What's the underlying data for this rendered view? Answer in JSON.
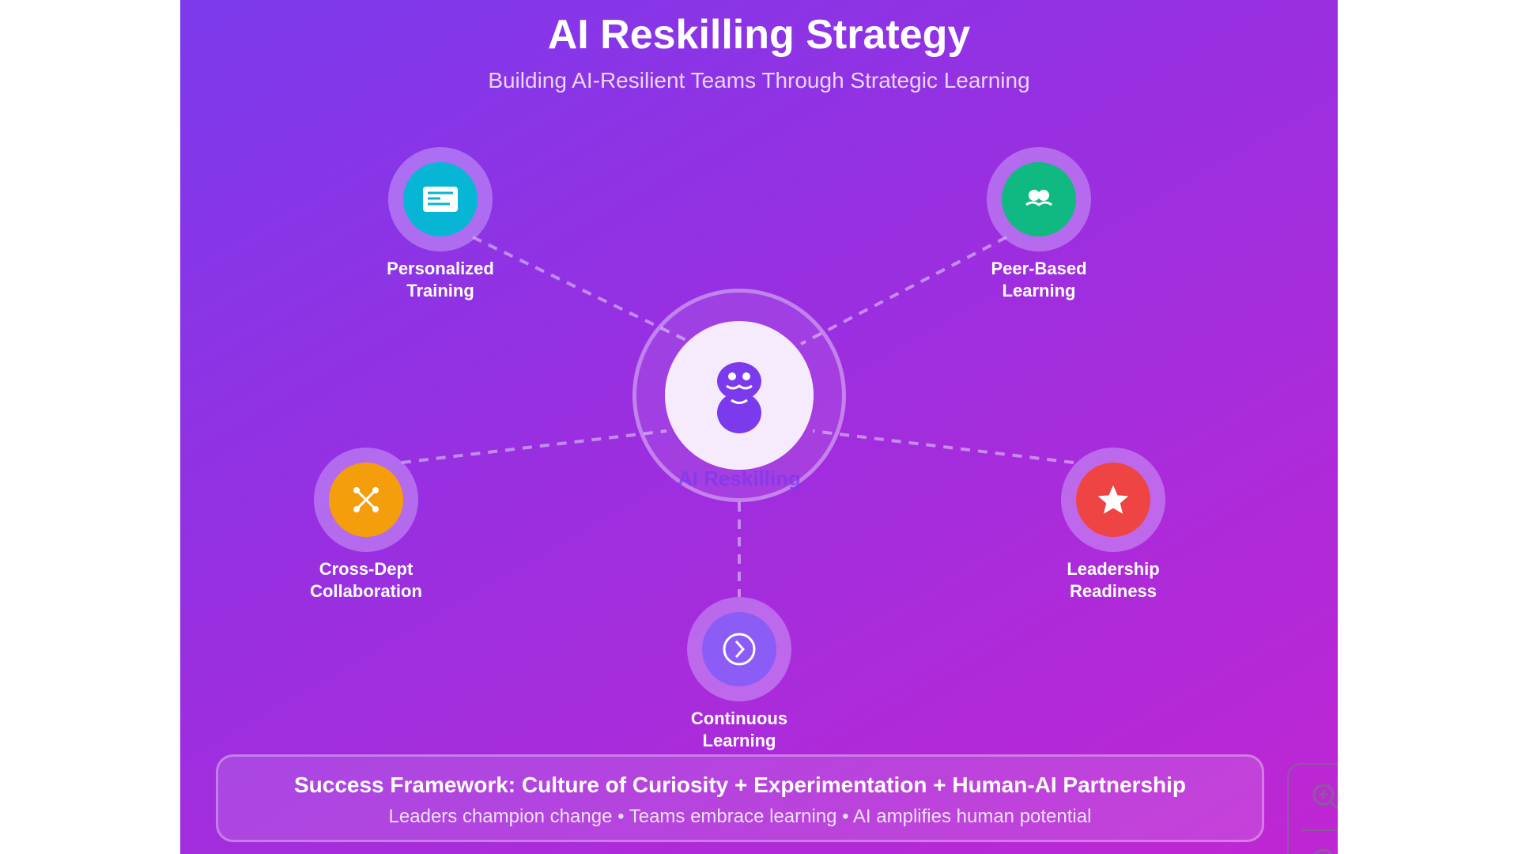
{
  "header": {
    "title": "AI Reskilling Strategy",
    "subtitle": "Building AI-Resilient Teams Through Strategic Learning"
  },
  "hub": {
    "label": "AI Reskilling",
    "icon": "robot-icon"
  },
  "nodes": [
    {
      "label1": "Personalized",
      "label2": "Training",
      "icon": "document-icon",
      "color": "#06b6d4"
    },
    {
      "label1": "Peer-Based",
      "label2": "Learning",
      "icon": "people-icon",
      "color": "#10b981"
    },
    {
      "label1": "Cross-Dept",
      "label2": "Collaboration",
      "icon": "network-icon",
      "color": "#f59e0b"
    },
    {
      "label1": "Leadership",
      "label2": "Readiness",
      "icon": "star-icon",
      "color": "#ef4444"
    },
    {
      "label1": "Continuous",
      "label2": "Learning",
      "icon": "cycle-icon",
      "color": "#8b5cf6"
    }
  ],
  "footer": {
    "title": "Success Framework: Culture of Curiosity + Experimentation + Human-AI Partnership",
    "subtitle": "Leaders champion change • Teams embrace learning • AI amplifies human potential"
  }
}
